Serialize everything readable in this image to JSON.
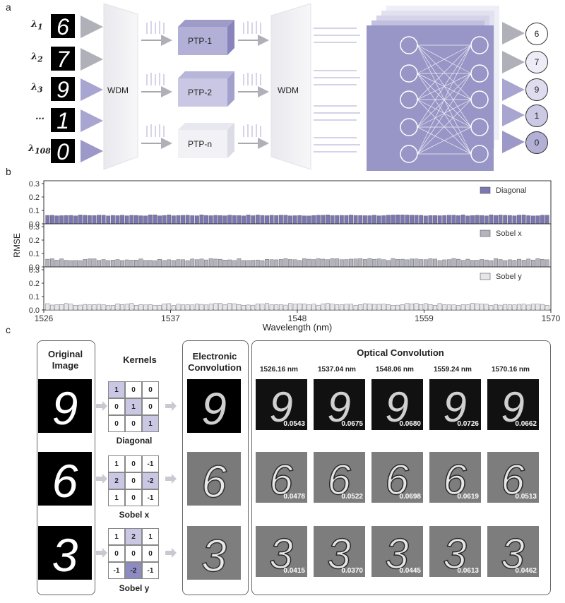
{
  "panel_a": {
    "letter": "a",
    "lambdas": [
      {
        "sym": "λ",
        "sub": "1"
      },
      {
        "sym": "λ",
        "sub": "2"
      },
      {
        "sym": "λ",
        "sub": "3"
      },
      {
        "sym": "…",
        "sub": ""
      },
      {
        "sym": "λ",
        "sub": "108"
      }
    ],
    "input_digits": [
      "6",
      "7",
      "9",
      "1",
      "0"
    ],
    "wdm_label_1": "WDM",
    "wdm_label_2": "WDM",
    "ptp_labels": [
      "PTP-1",
      "PTP-2",
      "PTP-n"
    ],
    "output_digits": [
      "6",
      "7",
      "9",
      "1",
      "0"
    ],
    "colors": {
      "accent": "#8c89c0",
      "accent_dark": "#6d69a8",
      "light": "#dcdbee"
    }
  },
  "panel_b": {
    "letter": "b",
    "ylabel": "RMSE",
    "xlabel": "Wavelength (nm)"
  },
  "chart_data": {
    "type": "bar",
    "xlabel": "Wavelength (nm)",
    "ylabel": "RMSE",
    "xlim": [
      1526,
      1570
    ],
    "x_ticks": [
      "1526",
      "1537",
      "1548",
      "1559",
      "1570"
    ],
    "ylim": [
      0,
      0.3
    ],
    "y_ticks": [
      "0.0",
      "0.1",
      "0.2",
      "0.3"
    ],
    "subplots": [
      {
        "legend": "Diagonal",
        "color": "#7b77b2",
        "mean": 0.063,
        "jitter": 0.004
      },
      {
        "legend": "Sobel x",
        "color": "#b3b3bd",
        "mean": 0.055,
        "jitter": 0.008
      },
      {
        "legend": "Sobel y",
        "color": "#e6e6ea",
        "mean": 0.042,
        "jitter": 0.008
      }
    ],
    "n_bars": 108
  },
  "panel_c": {
    "letter": "c",
    "original_title": "Original\nImage",
    "kernels_title": "Kernels",
    "electronic_title": "Electronic\nConvolution",
    "optical_title": "Optical Convolution",
    "wavelengths": [
      "1526.16 nm",
      "1537.04 nm",
      "1548.06 nm",
      "1559.24 nm",
      "1570.16 nm"
    ],
    "rows": [
      {
        "digit": "9",
        "kernel_name": "Diagonal",
        "kernel": [
          [
            "1",
            "0",
            "0"
          ],
          [
            "0",
            "1",
            "0"
          ],
          [
            "0",
            "0",
            "1"
          ]
        ],
        "kernel_shade": [
          [
            1,
            0,
            0
          ],
          [
            0,
            1,
            0
          ],
          [
            0,
            0,
            1
          ]
        ],
        "rmse": [
          "0.0543",
          "0.0675",
          "0.0680",
          "0.0726",
          "0.0662"
        ]
      },
      {
        "digit": "6",
        "kernel_name": "Sobel x",
        "kernel": [
          [
            "1",
            "0",
            "-1"
          ],
          [
            "2",
            "0",
            "-2"
          ],
          [
            "1",
            "0",
            "-1"
          ]
        ],
        "kernel_shade": [
          [
            0,
            0,
            0
          ],
          [
            1,
            0,
            1
          ],
          [
            0,
            0,
            0
          ]
        ],
        "rmse": [
          "0.0478",
          "0.0522",
          "0.0698",
          "0.0619",
          "0.0513"
        ]
      },
      {
        "digit": "3",
        "kernel_name": "Sobel y",
        "kernel": [
          [
            "1",
            "2",
            "1"
          ],
          [
            "0",
            "0",
            "0"
          ],
          [
            "-1",
            "-2",
            "-1"
          ]
        ],
        "kernel_shade": [
          [
            0,
            1,
            0
          ],
          [
            0,
            0,
            0
          ],
          [
            0,
            2,
            0
          ]
        ],
        "rmse": [
          "0.0415",
          "0.0370",
          "0.0445",
          "0.0613",
          "0.0462"
        ]
      }
    ]
  }
}
